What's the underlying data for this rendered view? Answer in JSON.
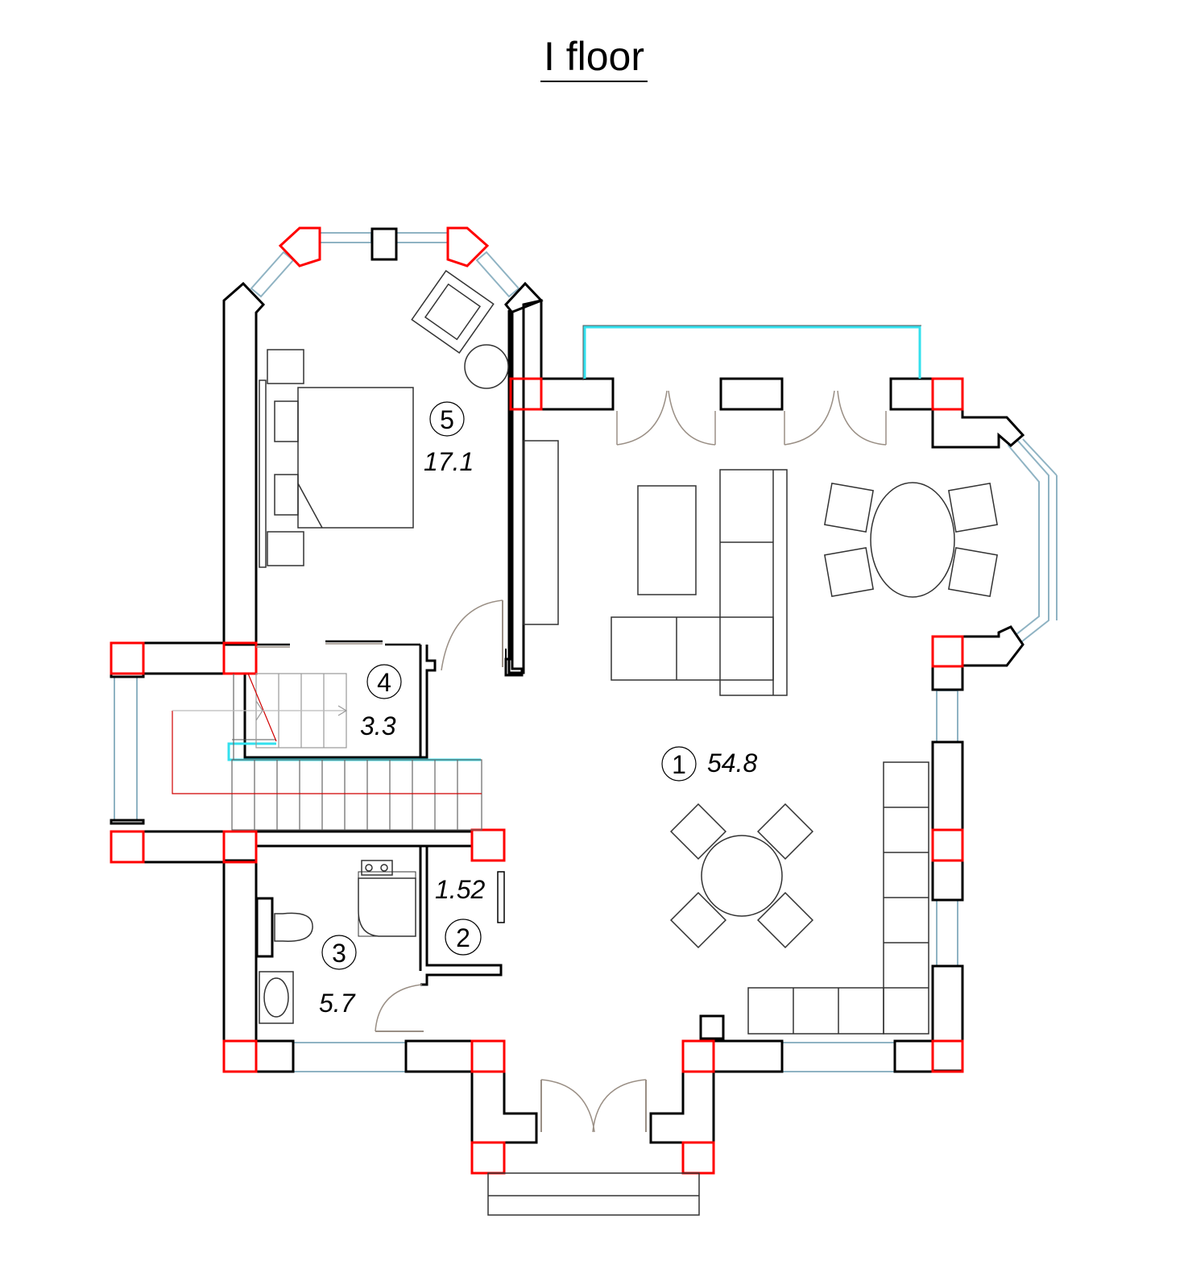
{
  "title": "I floor",
  "colors": {
    "wall": "#000000",
    "column": "#ff0000",
    "window": "#8fb3c3",
    "beam": "#33e0ee",
    "stair_line": "#d00000",
    "furniture": "#333333",
    "door": "#9a8f85"
  },
  "rooms": [
    {
      "number": "1",
      "area": "54.8"
    },
    {
      "number": "2",
      "area": "1.52"
    },
    {
      "number": "3",
      "area": "5.7"
    },
    {
      "number": "4",
      "area": "3.3"
    },
    {
      "number": "5",
      "area": "17.1"
    }
  ]
}
